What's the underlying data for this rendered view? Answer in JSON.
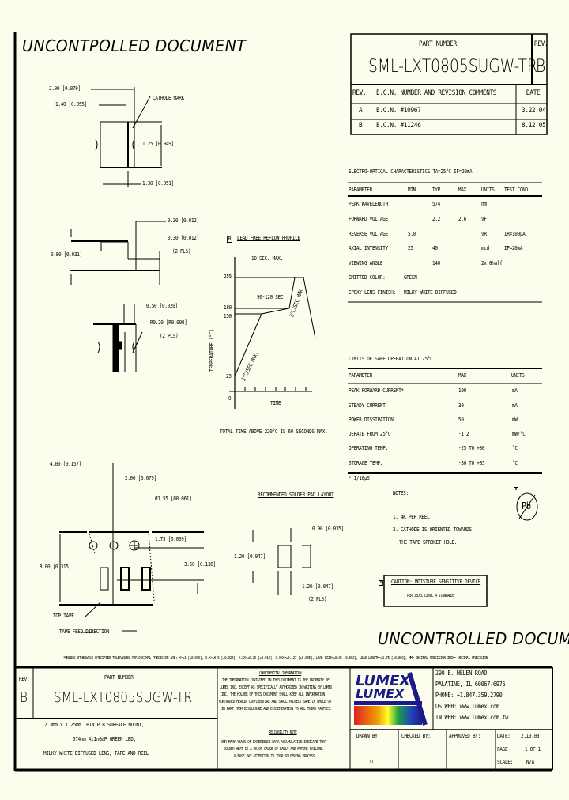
{
  "watermark_top": "UNCONTPOLLED DOCUMENT",
  "watermark_bottom": "UNCONTROLLED DOCUMENT",
  "title_block": {
    "part_number_label": "PART NUMBER",
    "part_number": "SML-LXT0805SUGW-TR",
    "rev_label": "REV.",
    "rev": "B"
  },
  "revisions": {
    "headers": [
      "REV.",
      "E.C.N. NUMBER AND REVISION COMMENTS",
      "DATE"
    ],
    "rows": [
      {
        "rev": "A",
        "comment": "E.C.N. #10967",
        "date": "3.22.04"
      },
      {
        "rev": "B",
        "comment": "E.C.N. #11246",
        "date": "8.12.05"
      }
    ]
  },
  "dimensions": {
    "top_view": [
      "2.00 [0.079]",
      "1.40 [0.055]",
      "CATHODE MARK",
      "1.25 [0.049]",
      "1.30 [0.051]"
    ],
    "side_view": [
      "0.30 [0.012]",
      "0.30 [0.012]",
      "(2 PLS)",
      "0.80 [0.031]"
    ],
    "bottom_view": [
      "0.50 [0.020]",
      "R0.20 [R0.008]",
      "(2 PLS)"
    ]
  },
  "reflow": {
    "marker": "B",
    "title": "LEAD FREE REFLOW PROFILE",
    "y_label": "TEMPERATURE (°C)",
    "x_label": "TIME",
    "y_ticks": [
      "255",
      "180",
      "150",
      "25",
      "0"
    ],
    "annotations": [
      "10 SEC. MAX.",
      "90-120 SEC",
      "2°C/SEC MAX.",
      "3°C/SEC MAX."
    ],
    "footer": "TOTAL TIME ABOVE 220°C IS 60 SECONDS MAX."
  },
  "electro_optical": {
    "title": "ELECTRO-OPTICAL CHARACTERISTICS TA=25°C   IF=20mA",
    "headers": [
      "PARAMETER",
      "MIN",
      "TYP",
      "MAX",
      "UNITS",
      "TEST COND"
    ],
    "rows": [
      [
        "PEAK WAVELENGTH",
        "",
        "574",
        "",
        "nm",
        ""
      ],
      [
        "FORWARD VOLTAGE",
        "",
        "2.2",
        "2.6",
        "VF",
        ""
      ],
      [
        "REVERSE VOLTAGE",
        "5.0",
        "",
        "",
        "VR",
        "IR=100µA"
      ],
      [
        "AXIAL INTENSITY",
        "25",
        "40",
        "",
        "mcd",
        "IF=20mA"
      ],
      [
        "VIEWING ANGLE",
        "",
        "140",
        "",
        "2x θhalf",
        ""
      ]
    ],
    "emitted_color_label": "EMITTED COLOR:",
    "emitted_color": "GREEN",
    "lens_finish_label": "EPOXY LENS FINISH:",
    "lens_finish": "MILKY WHITE DIFFUSED"
  },
  "limits": {
    "title": "LIMITS OF SAFE OPERATION AT 25°C",
    "headers": [
      "PARAMETER",
      "MAX",
      "UNITS"
    ],
    "rows": [
      [
        "PEAK FORWARD CURRENT*",
        "100",
        "mA"
      ],
      [
        "STEADY CURRENT",
        "30",
        "mA"
      ],
      [
        "POWER DISSIPATION",
        "50",
        "mW"
      ],
      [
        "DERATE FROM 25°C",
        "-1.2",
        "mW/°C"
      ],
      [
        "OPERATING TEMP.",
        "-25 TO +80",
        "°C"
      ],
      [
        "STORAGE TEMP.",
        "-30 TO +85",
        "°C"
      ]
    ],
    "footnote": "* 1/10µS"
  },
  "tape": [
    "4.00 [0.157]",
    "2.00 [0.079]",
    "Ø1.55 [Ø0.061]",
    "1.75 [0.069]",
    "8.00 [0.315]",
    "3.50 [0.138]",
    "TOP TAPE",
    "TAPE FEED DIRECTION"
  ],
  "solder_pad": {
    "title": "RECOMMENDED SOLDER PAD LAYOUT",
    "dims": [
      "0.90 [0.035]",
      "1.20 [0.047]",
      "1.20 [0.047]",
      "(2 PLS)"
    ]
  },
  "notes": {
    "title": "NOTES:",
    "items": [
      "1. 4K PER REEL",
      "2. CATHODE IS ORIENTED TOWARDS",
      "THE TAPE SPROKET HOLE."
    ]
  },
  "caution": {
    "marker": "B",
    "title": "CAUTION: MOISTURE SENSITIVE DEVICE",
    "text": "PER JEDEC LEVEL 4 STANDARDS"
  },
  "pb_free": {
    "marker": "B",
    "symbol": "Pb"
  },
  "tolerance_note": "*UNLESS OTHERWISE SPECIFIED TOLERANCES PER DECIMAL PRECISION ARE: X=±1 [±0.039], X.X=±0.5 [±0.020], X.XX=±0.25 [±0.010], X.XXX=±0.127 [±0.005], LEAD SIZE=±0.05 [0.002], LEAD LENGTH=±1.75 [±0.069], MM= DECIMAL PRECISION  INCH= DECIMAL PRECISION",
  "footer": {
    "rev_label": "REV.",
    "rev": "B",
    "part_number_label": "PART NUMBER",
    "part_number": "SML-LXT0805SUGW-TR",
    "description": [
      "2.3mm x 1.25mm THIN PCB SURFACE MOUNT,",
      "574nm AlInGaP GREEN LED,",
      "MILKY WHITE DIFFUSED LENS, TAPE AND REEL"
    ],
    "confidential_title": "CONFIDENTIAL INFORMATION",
    "confidential_text": [
      "THE INFORMATION CONTAINED IN THIS DOCUMENT IS THE PROPERTY OF",
      "LUMEX INC. EXCEPT AS SPECIFICALLY AUTHORIZED IN WRITING BY LUMEX",
      "INC. THE HOLDER OF THIS DOCUMENT SHALL KEEP ALL INFORMATION",
      "CONTAINED HEREIN CONFIDENTIAL AND SHALL PROTECT SAME IN WHOLE OR",
      "IN PART FROM DISCLOSURE AND DISSEMINATION TO ALL THIRD PARTIES."
    ],
    "reliability_title": "RELIABILITY NOTE",
    "reliability_text": [
      "OUR MANY YEARS OF EXPERIENCE DATA ACCUMULATION INDICATE THAT",
      "SOLDER HEAT IS A MAJOR CAUSE OF EARLY AND FUTURE FAILURE.",
      "PLEASE PAY ATTENTION TO YOUR SOLDERING PROCESS."
    ],
    "logo_text": "LUMEX",
    "address": [
      "290 E. HELEN ROAD",
      "PALATINE, IL 60067-6976",
      "PHONE: +1.847.359.2790",
      "US WEB: www.lumex.com",
      "TW WEB: www.lumex.com.tw"
    ],
    "drawn_by_label": "DRAWN BY:",
    "drawn_by": "CT",
    "checked_by_label": "CHECKED BY:",
    "approved_by_label": "APPROVED BY:",
    "date_label": "DATE:",
    "date": "2.10.03",
    "page_label": "PAGE",
    "page": "1 OF 1",
    "scale_label": "SCALE:",
    "scale": "N/A"
  }
}
